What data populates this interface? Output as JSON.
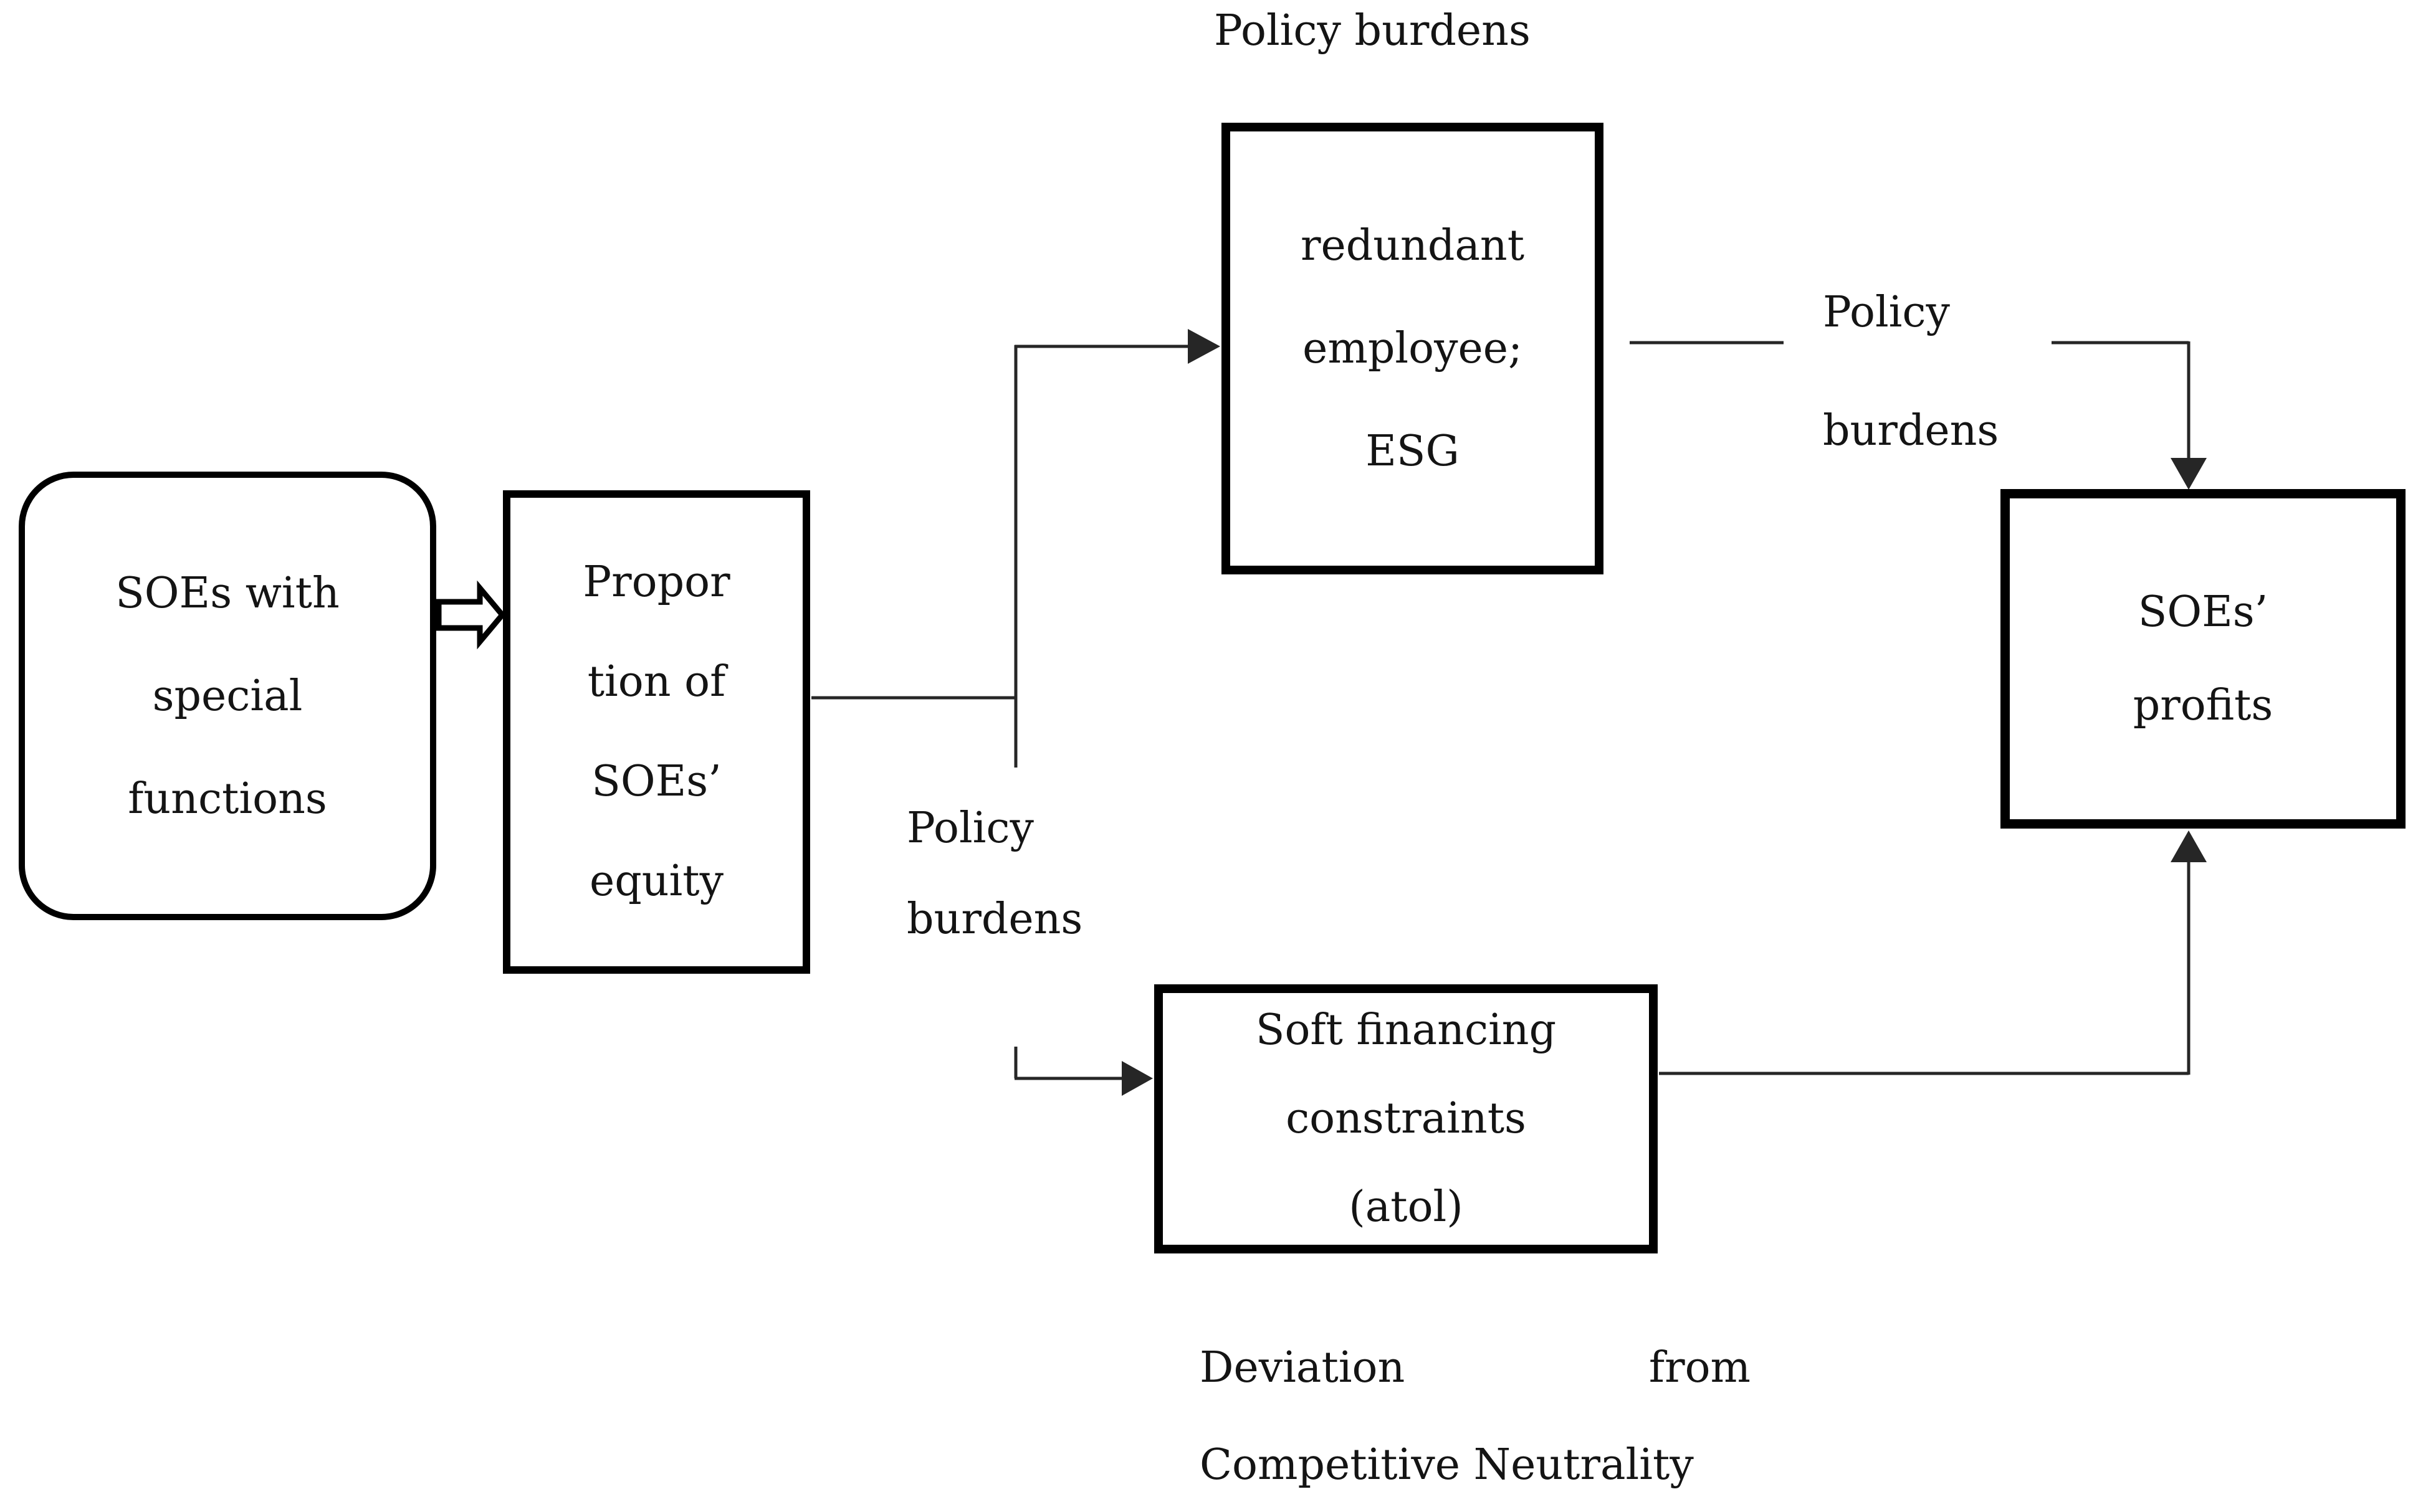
{
  "figure": {
    "type": "flow-diagram",
    "description": "Mechanism diagram: SOEs with special functions lead via proportion of SOEs' equity and policy burdens to redundant employees/ESG and soft financing constraints, which affect SOEs' profits; deviation from competitive neutrality."
  },
  "colors": {
    "background": "#ffffff",
    "border": "#000000",
    "line": "#262626",
    "text": "#141414"
  },
  "nodes": {
    "soes_with_special_functions": {
      "line1": "SOEs with",
      "line2": "special",
      "line3": "functions"
    },
    "proportion_of_soes_equity": {
      "line1": "Propor",
      "line2": "tion of",
      "line3": "SOEs’",
      "line4": "equity"
    },
    "redundant_employee_esg": {
      "line1": "redundant",
      "line2": "employee;",
      "line3": "ESG"
    },
    "soft_financing_constraints": {
      "line1": "Soft financing",
      "line2": "constraints",
      "line3": "(atol)"
    },
    "soes_profits": {
      "line1": "SOEs’",
      "line2": "profits"
    }
  },
  "labels": {
    "policy_burdens_top": "Policy burdens",
    "policy_burdens_middle": {
      "line1": "Policy",
      "line2": "burdens"
    },
    "policy_burdens_right": {
      "line1": "Policy",
      "line2": "burdens"
    },
    "deviation_caption": {
      "word1": "Deviation",
      "word2": "from",
      "line2": "Competitive Neutrality"
    }
  },
  "edges": [
    {
      "from": "soes_with_special_functions",
      "to": "proportion_of_soes_equity",
      "style": "hollow-block-arrow",
      "label": ""
    },
    {
      "from": "proportion_of_soes_equity",
      "to": "redundant_employee_esg",
      "style": "thin-arrow",
      "label": "Policy burdens"
    },
    {
      "from": "proportion_of_soes_equity",
      "to": "soft_financing_constraints",
      "style": "thin-arrow",
      "label": "Policy burdens"
    },
    {
      "from": "redundant_employee_esg",
      "to": "soes_profits",
      "style": "thin-arrow",
      "label": "Policy burdens"
    },
    {
      "from": "soft_financing_constraints",
      "to": "soes_profits",
      "style": "thin-arrow",
      "label": ""
    }
  ]
}
